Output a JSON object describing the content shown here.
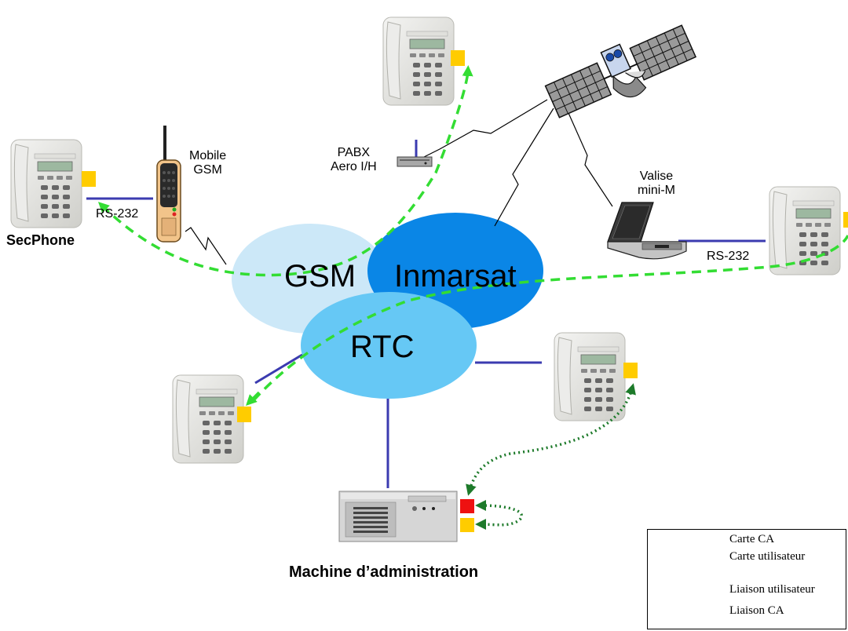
{
  "labels": {
    "mobile_gsm": "Mobile\nGSM",
    "pabx": "PABX\nAero I/H",
    "valise": "Valise\nmini-M",
    "rs232_left": "RS-232",
    "rs232_right": "RS-232",
    "secphone": "SecPhone",
    "machine": "Machine d’administration"
  },
  "clouds": {
    "gsm": "GSM",
    "inmarsat": "Inmarsat",
    "rtc": "RTC"
  },
  "legend": {
    "items": [
      {
        "label": "Carte CA",
        "color": "#ee1111"
      },
      {
        "label": "Carte utilisateur",
        "color": "#ffcc00"
      },
      {
        "label": "Liaison utilisateur",
        "color": "#33dd33"
      },
      {
        "label": "Liaison CA",
        "color": "#228833"
      }
    ]
  },
  "colors": {
    "gsm_cloud": "#cce8f8",
    "inmarsat_cloud": "#0a86e6",
    "rtc_cloud": "#66c8f5",
    "wire": "#3b3bb0",
    "user_link": "#33dd33",
    "ca_link": "#1d7a2a",
    "user_card": "#ffcc00",
    "ca_card": "#ee1111"
  }
}
